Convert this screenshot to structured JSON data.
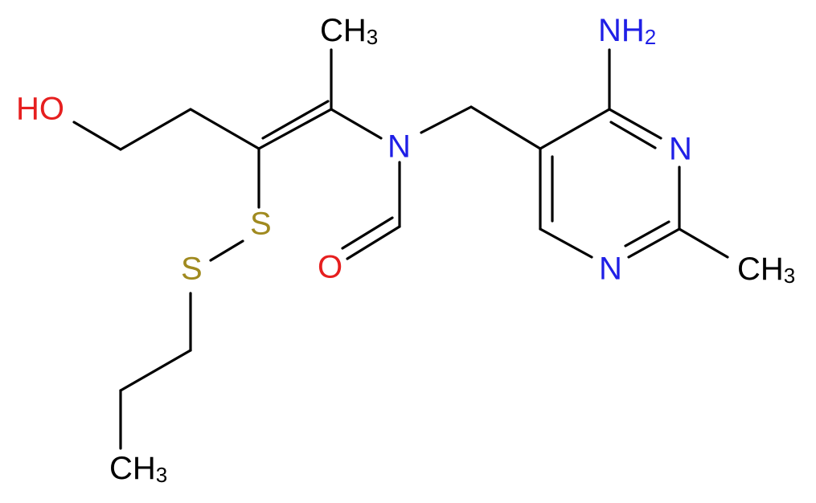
{
  "colors": {
    "carbon": "#000000",
    "nitrogen": "#1f1fe6",
    "oxygen": "#e61f1f",
    "sulfur": "#a08a1f"
  },
  "atoms": {
    "ho": {
      "main": "HO",
      "color": "#e61f1f"
    },
    "ch3_top": {
      "main": "CH",
      "sub": "3",
      "color": "#000000"
    },
    "n_amide": {
      "main": "N",
      "color": "#1f1fe6"
    },
    "nh2": {
      "main": "NH",
      "sub": "2",
      "color": "#1f1fe6"
    },
    "n_ring_right": {
      "main": "N",
      "color": "#1f1fe6"
    },
    "n_ring_bottom": {
      "main": "N",
      "color": "#1f1fe6"
    },
    "s_upper": {
      "main": "S",
      "color": "#a08a1f"
    },
    "s_lower": {
      "main": "S",
      "color": "#a08a1f"
    },
    "o_carbonyl": {
      "main": "O",
      "color": "#e61f1f"
    },
    "ch3_ring": {
      "main": "CH",
      "sub": "3",
      "color": "#000000"
    },
    "ch3_bottom": {
      "main": "CH",
      "sub": "3",
      "color": "#000000"
    }
  }
}
